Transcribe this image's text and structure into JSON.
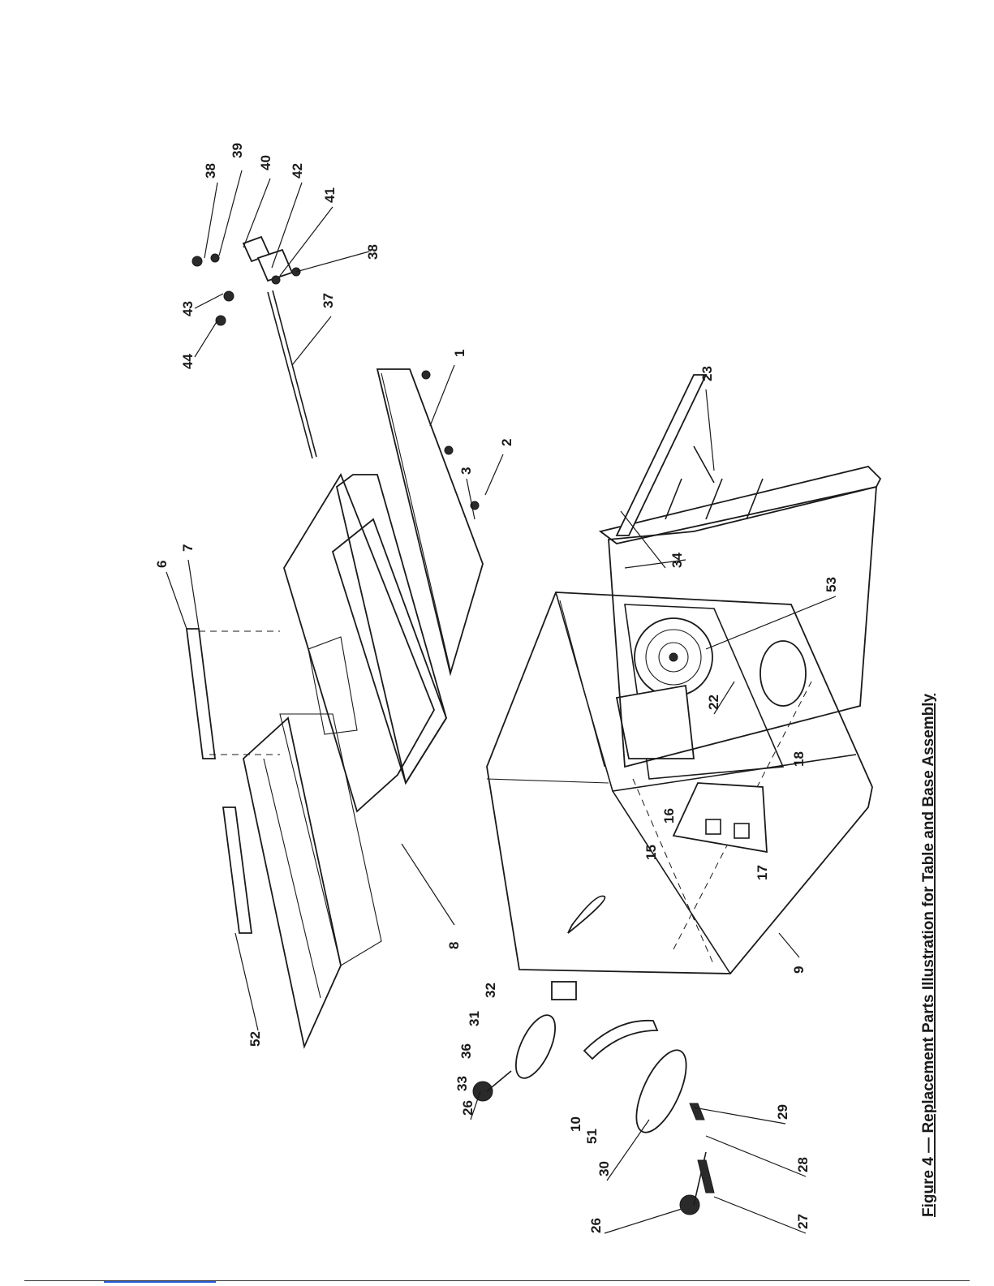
{
  "figure": {
    "caption": "Figure 4 — Replacement Parts Illustration for Table and Base Assembly"
  },
  "callouts": {
    "c1": "1",
    "c2": "2",
    "c3": "3",
    "c6": "6",
    "c7": "7",
    "c8": "8",
    "c9": "9",
    "c10": "10",
    "c15": "15",
    "c16": "16",
    "c17": "17",
    "c18": "18",
    "c22": "22",
    "c23": "23",
    "c26a": "26",
    "c26b": "26",
    "c27": "27",
    "c28": "28",
    "c29": "29",
    "c30": "30",
    "c31": "31",
    "c32": "32",
    "c33": "33",
    "c34": "34",
    "c36": "36",
    "c37": "37",
    "c38a": "38",
    "c38b": "38",
    "c39": "39",
    "c40": "40",
    "c41": "41",
    "c42": "42",
    "c43": "43",
    "c44": "44",
    "c51": "51",
    "c52": "52",
    "c53": "53"
  }
}
